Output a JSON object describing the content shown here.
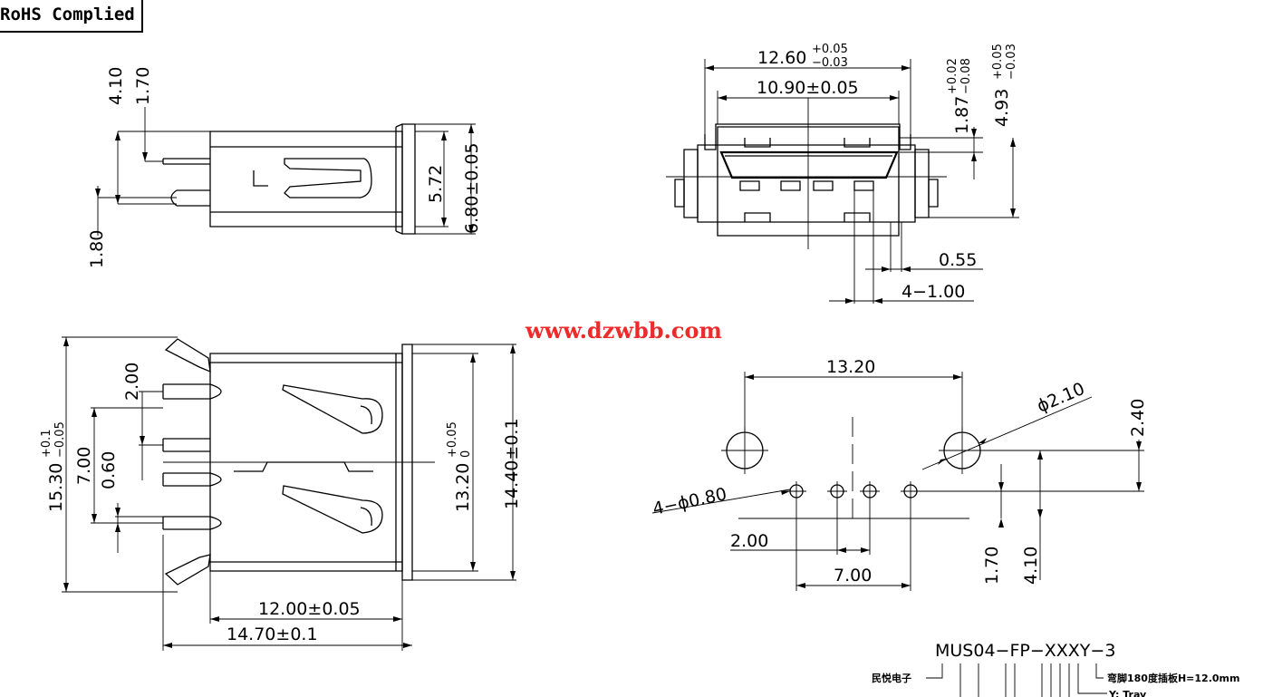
{
  "header": {
    "rohs": "RoHS Complied"
  },
  "watermark": "www.dzwbb.com",
  "side_view": {
    "d_4_10": "4.10",
    "d_1_70": "1.70",
    "d_1_80": "1.80",
    "d_5_72": "5.72",
    "d_6_80": "6.80±0.05"
  },
  "front_view": {
    "w_12_60": "12.60",
    "w_12_60_tol_plus": "+0.05",
    "w_12_60_tol_minus": "−0.03",
    "w_10_90": "10.90±0.05",
    "h_1_87": "1.87",
    "h_1_87_tol_plus": "+0.02",
    "h_1_87_tol_minus": "−0.08",
    "h_4_93": "4.93",
    "h_4_93_tol_plus": "+0.05",
    "h_4_93_tol_minus": "−0.03",
    "pin_width": "0.55",
    "pin_pitch": "4−1.00"
  },
  "top_view": {
    "h_15_30": "15.30",
    "h_15_30_tol_plus": "+0.1",
    "h_15_30_tol_minus": "−0.05",
    "h_7_00": "7.00",
    "h_2_00": "2.00",
    "h_0_60": "0.60",
    "h_13_20": "13.20",
    "h_13_20_tol_plus": "+0.05",
    "h_13_20_tol_minus": "0",
    "h_14_40": "14.40±0.1",
    "w_12_00": "12.00±0.05",
    "w_14_70": "14.70±0.1"
  },
  "pcb_layout": {
    "w_13_20": "13.20",
    "hole_dia": "ϕ2.10",
    "h_2_40": "2.40",
    "pin_holes": "4−ϕ0.80",
    "pitch_2_00": "2.00",
    "span_7_00": "7.00",
    "h_1_70": "1.70",
    "h_4_10": "4.10"
  },
  "part_number": {
    "code": "MUS04−FP−XXXY−3",
    "brand": "民悦电子",
    "note_1": "弯脚180度插板H=12.0mm",
    "note_2": "Y: Tray"
  }
}
